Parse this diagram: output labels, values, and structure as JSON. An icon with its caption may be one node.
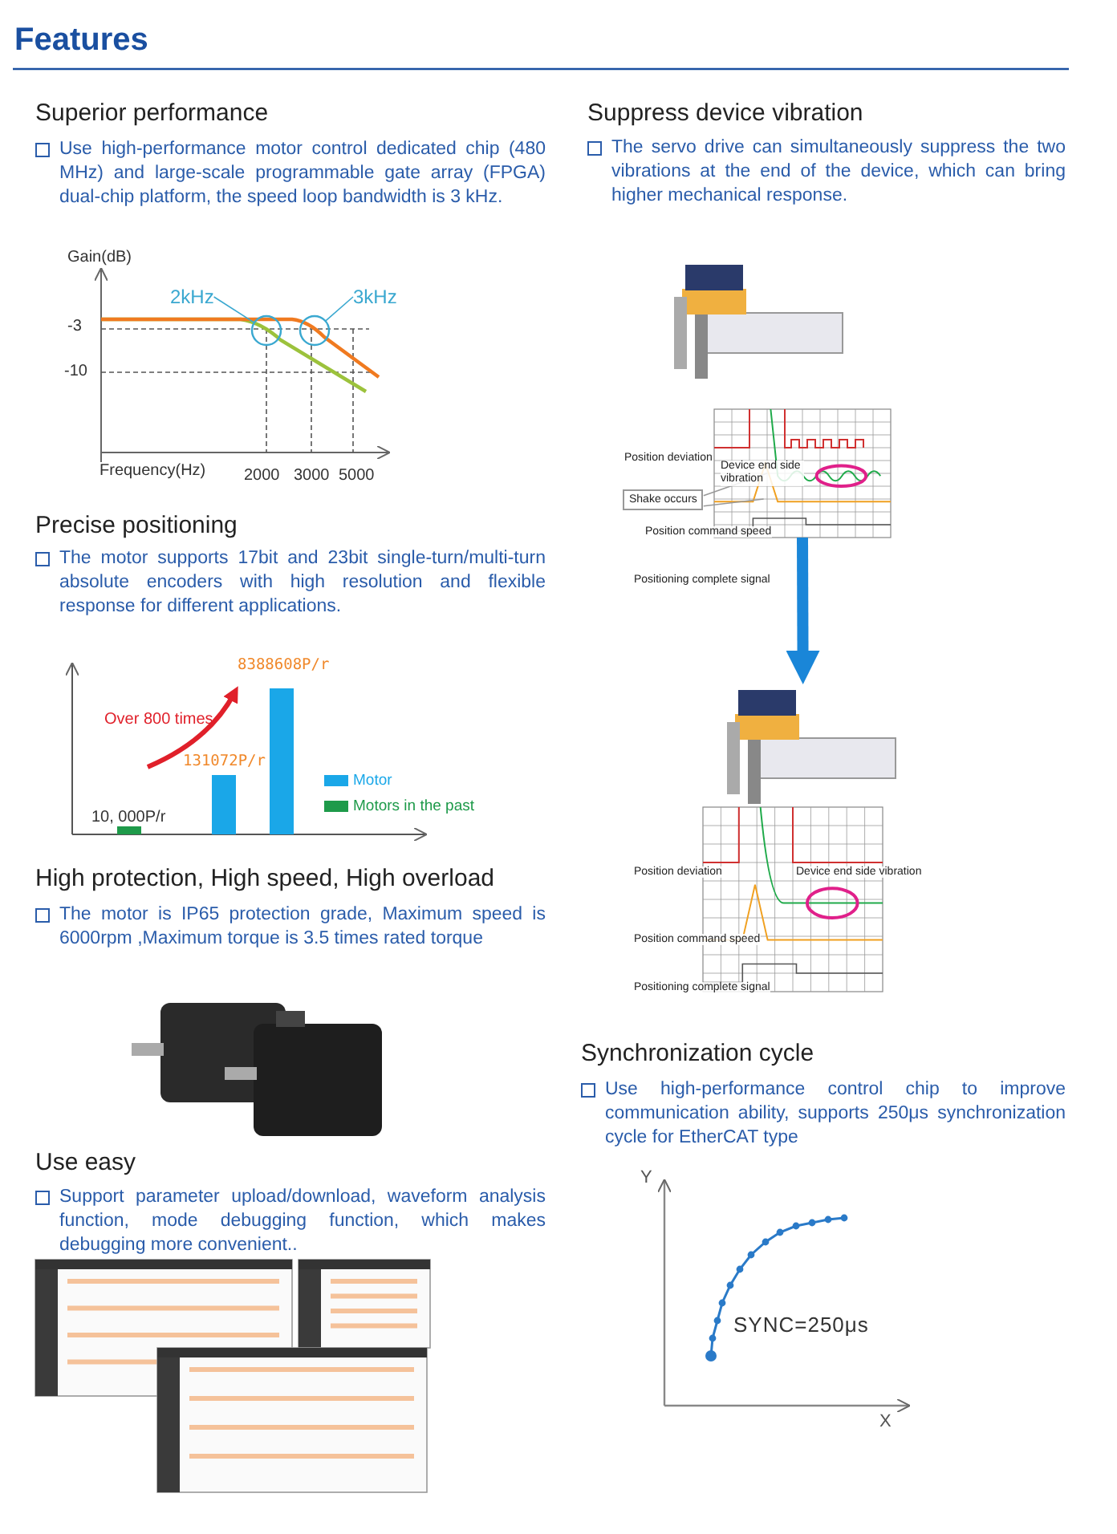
{
  "diagram": {
    "title": "Features",
    "nodes": [
      {
        "text": [
          "2kHz"
        ]
      },
      {
        "text": [],
        "shape": "circle"
      },
      {
        "text": [
          "3kHz"
        ]
      },
      {
        "text": [],
        "shape": "circle"
      },
      {
        "text": [
          "Shake occurs"
        ]
      },
      {
        "text": [],
        "shape": "picture"
      },
      {
        "text": [],
        "shape": "picture"
      },
      {
        "text": [],
        "shape": "picture"
      },
      {
        "text": [],
        "shape": "picture"
      }
    ],
    "edges": [
      {
        "from": 0,
        "to": 1,
        "arrow": "none",
        "color": "#3aa8d0"
      },
      {
        "from": 2,
        "to": 3,
        "arrow": "none",
        "color": "#3aa8d0"
      },
      {
        "from": 4,
        "to": 6,
        "arrow": "none",
        "color": "#999999"
      },
      {
        "from": 4,
        "to": 6,
        "arrow": "none",
        "color": "#999999"
      },
      {
        "from": 6,
        "to": 7,
        "arrow": "to",
        "style": "thick",
        "color": "#1a86d8"
      }
    ],
    "labels": [
      "Superior performance",
      "Use high-performance motor control dedicated chip (480 MHz) and large-scale programmable gate array (FPGA) dual-chip platform, the speed loop bandwidth is 3 kHz.",
      "Gain(dB)",
      "-3",
      "-10",
      "Frequency(Hz)",
      "2000",
      "3000",
      "5000",
      "Precise positioning",
      "The motor supports 17bit and 23bit single-turn/multi-turn absolute encoders with high resolution and flexible response for different applications.",
      "8388608P/r",
      "Over 800 times",
      "131072P/r",
      "10, 000P/r",
      "High protection, High speed, High overload",
      "The motor is IP65 protection grade, Maximum speed is 6000rpm ,Maximum torque is 3.5 times rated torque",
      "Use easy",
      "Support parameter upload/download, waveform analysis function, mode debugging function, which makes debugging more convenient..",
      "Suppress device vibration",
      "The servo drive can simultaneously suppress the two vibrations at the end of the device, which can bring higher mechanical response.",
      "Position deviation",
      "Device end side vibration",
      "Position command speed",
      "Positioning complete signal",
      "Position deviation",
      "Device end side vibration",
      "Position command speed",
      "Positioning complete signal",
      "Synchronization cycle",
      "Use high-performance control chip to improve communication ability, supports 250μs synchronization cycle for EtherCAT type",
      "Y",
      "SYNC=250μs",
      "X"
    ],
    "legend": [
      {
        "text": "Motor",
        "color": "#1aa7e8"
      },
      {
        "text": "Motors in the past",
        "color": "#1e9a4a"
      }
    ]
  }
}
